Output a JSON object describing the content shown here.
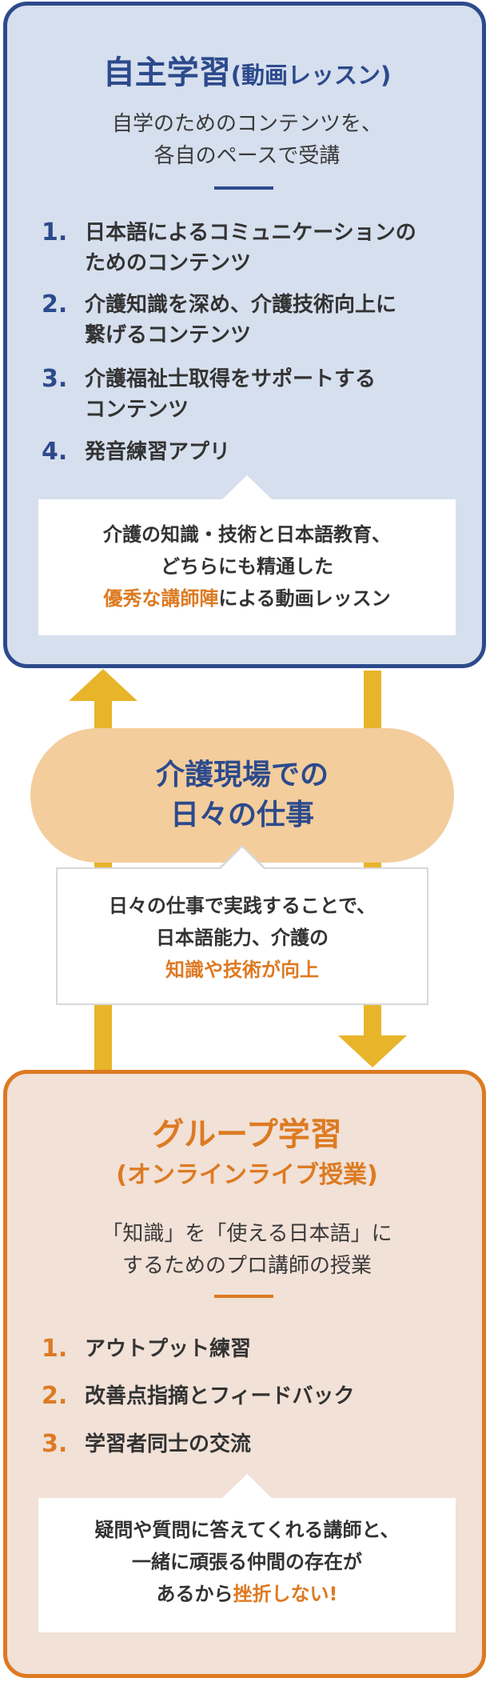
{
  "self_study": {
    "title": "自主学習",
    "title_paren": "(動画レッスン)",
    "subtitle_line1": "自学のためのコンテンツを、",
    "subtitle_line2": "各自のペースで受講",
    "items": [
      {
        "num": "1.",
        "line1": "日本語によるコミュニケーションの",
        "line2": "ためのコンテンツ"
      },
      {
        "num": "2.",
        "line1": "介護知識を深め、介護技術向上に",
        "line2": "繋げるコンテンツ"
      },
      {
        "num": "3.",
        "line1": "介護福祉士取得をサポートする",
        "line2": "コンテンツ"
      },
      {
        "num": "4.",
        "line1": "発音練習アプリ",
        "line2": ""
      }
    ],
    "bubble_line1": "介護の知識・技術と日本語教育、",
    "bubble_line2": "どちらにも精通した",
    "bubble_highlight": "優秀な講師陣",
    "bubble_line3_rest": "による動画レッスン"
  },
  "daily_work": {
    "title_line1": "介護現場での",
    "title_line2": "日々の仕事",
    "bubble_line1": "日々の仕事で実践することで、",
    "bubble_line2": "日本語能力、介護の",
    "bubble_highlight": "知識や技術が向上"
  },
  "group_study": {
    "title": "グループ学習",
    "title_paren": "(オンラインライブ授業)",
    "subtitle_line1": "「知識」を「使える日本語」に",
    "subtitle_line2": "するためのプロ講師の授業",
    "items": [
      {
        "num": "1.",
        "line1": "アウトプット練習"
      },
      {
        "num": "2.",
        "line1": "改善点指摘とフィードバック"
      },
      {
        "num": "3.",
        "line1": "学習者同士の交流"
      }
    ],
    "bubble_line1": "疑問や質問に答えてくれる講師と、",
    "bubble_line2": "一緒に頑張る仲間の存在が",
    "bubble_line3_pre": "あるから",
    "bubble_highlight": "挫折しない!"
  },
  "colors": {
    "navy": "#2c4a8c",
    "orange": "#dd7a22",
    "mustard": "#e8b42a",
    "blue_card_bg": "#d6dfee",
    "orange_card_bg": "#f1e1d7",
    "pill_bg": "#f3cd9c"
  },
  "icons": {
    "up_arrow": "up-arrow-icon",
    "down_arrow": "down-arrow-icon"
  }
}
